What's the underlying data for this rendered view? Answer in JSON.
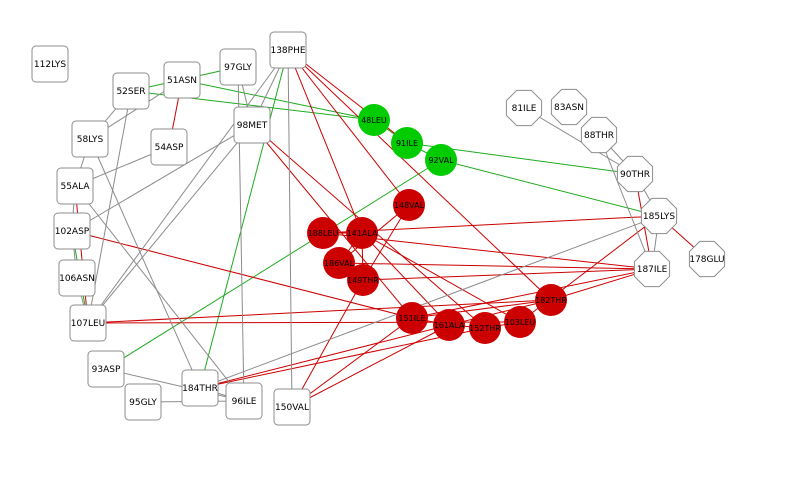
{
  "colors": {
    "background": "#ffffff",
    "node_border": "#8c8c8c",
    "edge_gray": "#8c8c8c",
    "edge_red": "#cc0000",
    "edge_green": "#1faa1f",
    "node_red": "#cc0000",
    "node_green": "#00cc00"
  },
  "nodes": [
    {
      "id": "112LYS",
      "label": "112LYS",
      "shape": "rounded-square",
      "fill": "white"
    },
    {
      "id": "52SER",
      "label": "52SER",
      "shape": "rounded-square",
      "fill": "white"
    },
    {
      "id": "51ASN",
      "label": "51ASN",
      "shape": "rounded-square",
      "fill": "white"
    },
    {
      "id": "97GLY",
      "label": "97GLY",
      "shape": "rounded-square",
      "fill": "white"
    },
    {
      "id": "138PHE",
      "label": "138PHE",
      "shape": "rounded-square",
      "fill": "white"
    },
    {
      "id": "98MET",
      "label": "98MET",
      "shape": "rounded-square",
      "fill": "white"
    },
    {
      "id": "58LYS",
      "label": "58LYS",
      "shape": "rounded-square",
      "fill": "white"
    },
    {
      "id": "54ASP",
      "label": "54ASP",
      "shape": "rounded-square",
      "fill": "white"
    },
    {
      "id": "55ALA",
      "label": "55ALA",
      "shape": "rounded-square",
      "fill": "white"
    },
    {
      "id": "102ASP",
      "label": "102ASP",
      "shape": "rounded-square",
      "fill": "white"
    },
    {
      "id": "106ASN",
      "label": "106ASN",
      "shape": "rounded-square",
      "fill": "white"
    },
    {
      "id": "107LEU",
      "label": "107LEU",
      "shape": "rounded-square",
      "fill": "white"
    },
    {
      "id": "93ASP",
      "label": "93ASP",
      "shape": "rounded-square",
      "fill": "white"
    },
    {
      "id": "95GLY",
      "label": "95GLY",
      "shape": "rounded-square",
      "fill": "white"
    },
    {
      "id": "184THR",
      "label": "184THR",
      "shape": "rounded-square",
      "fill": "white"
    },
    {
      "id": "96ILE",
      "label": "96ILE",
      "shape": "rounded-square",
      "fill": "white"
    },
    {
      "id": "150VAL",
      "label": "150VAL",
      "shape": "rounded-square",
      "fill": "white"
    },
    {
      "id": "81ILE",
      "label": "81ILE",
      "shape": "octagon",
      "fill": "white"
    },
    {
      "id": "83ASN",
      "label": "83ASN",
      "shape": "octagon",
      "fill": "white"
    },
    {
      "id": "88THR",
      "label": "88THR",
      "shape": "octagon",
      "fill": "white"
    },
    {
      "id": "90THR",
      "label": "90THR",
      "shape": "octagon",
      "fill": "white"
    },
    {
      "id": "185LYS",
      "label": "185LYS",
      "shape": "octagon",
      "fill": "white"
    },
    {
      "id": "187ILE",
      "label": "187ILE",
      "shape": "octagon",
      "fill": "white"
    },
    {
      "id": "178GLU",
      "label": "178GLU",
      "shape": "octagon",
      "fill": "white"
    },
    {
      "id": "48LEU",
      "label": "48LEU",
      "shape": "circle",
      "fill": "green"
    },
    {
      "id": "91ILE",
      "label": "91ILE",
      "shape": "circle",
      "fill": "green"
    },
    {
      "id": "92VAL",
      "label": "92VAL",
      "shape": "circle",
      "fill": "green"
    },
    {
      "id": "148VAL",
      "label": "148VAL",
      "shape": "circle",
      "fill": "red"
    },
    {
      "id": "188LEU",
      "label": "188LEU",
      "shape": "circle",
      "fill": "red"
    },
    {
      "id": "141ALA",
      "label": "141ALA",
      "shape": "circle",
      "fill": "red"
    },
    {
      "id": "186VAL",
      "label": "186VAL",
      "shape": "circle",
      "fill": "red"
    },
    {
      "id": "149THR",
      "label": "149THR",
      "shape": "circle",
      "fill": "red"
    },
    {
      "id": "182THR",
      "label": "182THR",
      "shape": "circle",
      "fill": "red"
    },
    {
      "id": "151ILE",
      "label": "151ILE",
      "shape": "circle",
      "fill": "red"
    },
    {
      "id": "161ALA",
      "label": "161ALA",
      "shape": "circle",
      "fill": "red"
    },
    {
      "id": "152THR",
      "label": "152THR",
      "shape": "circle",
      "fill": "red"
    },
    {
      "id": "103LEU",
      "label": "103LEU",
      "shape": "circle",
      "fill": "red"
    }
  ],
  "edges": [
    {
      "from": "52SER",
      "to": "48LEU",
      "color": "green"
    },
    {
      "from": "51ASN",
      "to": "48LEU",
      "color": "green"
    },
    {
      "from": "52SER",
      "to": "97GLY",
      "color": "green"
    },
    {
      "from": "48LEU",
      "to": "91ILE",
      "color": "green"
    },
    {
      "from": "91ILE",
      "to": "92VAL",
      "color": "green"
    },
    {
      "from": "91ILE",
      "to": "90THR",
      "color": "green"
    },
    {
      "from": "92VAL",
      "to": "185LYS",
      "color": "green"
    },
    {
      "from": "92VAL",
      "to": "93ASP",
      "color": "green"
    },
    {
      "from": "138PHE",
      "to": "184THR",
      "color": "green"
    },
    {
      "from": "102ASP",
      "to": "107LEU",
      "color": "green"
    },
    {
      "from": "51ASN",
      "to": "54ASP",
      "color": "red"
    },
    {
      "from": "138PHE",
      "to": "148VAL",
      "color": "red"
    },
    {
      "from": "138PHE",
      "to": "141ALA",
      "color": "red"
    },
    {
      "from": "138PHE",
      "to": "91ILE",
      "color": "red"
    },
    {
      "from": "138PHE",
      "to": "182THR",
      "color": "red"
    },
    {
      "from": "98MET",
      "to": "152THR",
      "color": "red"
    },
    {
      "from": "98MET",
      "to": "151ILE",
      "color": "red"
    },
    {
      "from": "188LEU",
      "to": "141ALA",
      "color": "red"
    },
    {
      "from": "141ALA",
      "to": "186VAL",
      "color": "red"
    },
    {
      "from": "186VAL",
      "to": "149THR",
      "color": "red"
    },
    {
      "from": "141ALA",
      "to": "149THR",
      "color": "red"
    },
    {
      "from": "148VAL",
      "to": "186VAL",
      "color": "red"
    },
    {
      "from": "148VAL",
      "to": "149THR",
      "color": "red"
    },
    {
      "from": "141ALA",
      "to": "161ALA",
      "color": "red"
    },
    {
      "from": "141ALA",
      "to": "103LEU",
      "color": "red"
    },
    {
      "from": "149THR",
      "to": "150VAL",
      "color": "red"
    },
    {
      "from": "149THR",
      "to": "187ILE",
      "color": "red"
    },
    {
      "from": "186VAL",
      "to": "187ILE",
      "color": "red"
    },
    {
      "from": "188LEU",
      "to": "187ILE",
      "color": "red"
    },
    {
      "from": "188LEU",
      "to": "185LYS",
      "color": "red"
    },
    {
      "from": "151ILE",
      "to": "161ALA",
      "color": "red"
    },
    {
      "from": "161ALA",
      "to": "152THR",
      "color": "red"
    },
    {
      "from": "152THR",
      "to": "103LEU",
      "color": "red"
    },
    {
      "from": "151ILE",
      "to": "182THR",
      "color": "red"
    },
    {
      "from": "161ALA",
      "to": "182THR",
      "color": "red"
    },
    {
      "from": "151ILE",
      "to": "150VAL",
      "color": "red"
    },
    {
      "from": "161ALA",
      "to": "150VAL",
      "color": "red"
    },
    {
      "from": "182THR",
      "to": "107LEU",
      "color": "red"
    },
    {
      "from": "103LEU",
      "to": "107LEU",
      "color": "red"
    },
    {
      "from": "102ASP",
      "to": "151ILE",
      "color": "red"
    },
    {
      "from": "103LEU",
      "to": "185LYS",
      "color": "red"
    },
    {
      "from": "151ILE",
      "to": "187ILE",
      "color": "red"
    },
    {
      "from": "182THR",
      "to": "187ILE",
      "color": "red"
    },
    {
      "from": "152THR",
      "to": "184THR",
      "color": "red"
    },
    {
      "from": "161ALA",
      "to": "184THR",
      "color": "red"
    },
    {
      "from": "90THR",
      "to": "187ILE",
      "color": "red"
    },
    {
      "from": "185LYS",
      "to": "178GLU",
      "color": "red"
    },
    {
      "from": "55ALA",
      "to": "107LEU",
      "color": "red"
    },
    {
      "from": "52SER",
      "to": "58LYS",
      "color": "gray"
    },
    {
      "from": "52SER",
      "to": "107LEU",
      "color": "gray"
    },
    {
      "from": "51ASN",
      "to": "58LYS",
      "color": "gray"
    },
    {
      "from": "54ASP",
      "to": "55ALA",
      "color": "gray"
    },
    {
      "from": "58LYS",
      "to": "55ALA",
      "color": "gray"
    },
    {
      "from": "55ALA",
      "to": "102ASP",
      "color": "gray"
    },
    {
      "from": "55ALA",
      "to": "96ILE",
      "color": "gray"
    },
    {
      "from": "58LYS",
      "to": "184THR",
      "color": "gray"
    },
    {
      "from": "102ASP",
      "to": "106ASN",
      "color": "gray"
    },
    {
      "from": "106ASN",
      "to": "107LEU",
      "color": "gray"
    },
    {
      "from": "98MET",
      "to": "102ASP",
      "color": "gray"
    },
    {
      "from": "98MET",
      "to": "107LEU",
      "color": "gray"
    },
    {
      "from": "138PHE",
      "to": "107LEU",
      "color": "gray"
    },
    {
      "from": "138PHE",
      "to": "150VAL",
      "color": "gray"
    },
    {
      "from": "138PHE",
      "to": "98MET",
      "color": "gray"
    },
    {
      "from": "97GLY",
      "to": "96ILE",
      "color": "gray"
    },
    {
      "from": "97GLY",
      "to": "98MET",
      "color": "gray"
    },
    {
      "from": "93ASP",
      "to": "96ILE",
      "color": "gray"
    },
    {
      "from": "95GLY",
      "to": "96ILE",
      "color": "gray"
    },
    {
      "from": "184THR",
      "to": "96ILE",
      "color": "gray"
    },
    {
      "from": "81ILE",
      "to": "90THR",
      "color": "gray"
    },
    {
      "from": "88THR",
      "to": "90THR",
      "color": "gray"
    },
    {
      "from": "90THR",
      "to": "185LYS",
      "color": "gray"
    },
    {
      "from": "185LYS",
      "to": "187ILE",
      "color": "gray"
    },
    {
      "from": "185LYS",
      "to": "184THR",
      "color": "gray"
    },
    {
      "from": "88THR",
      "to": "187ILE",
      "color": "gray"
    }
  ]
}
